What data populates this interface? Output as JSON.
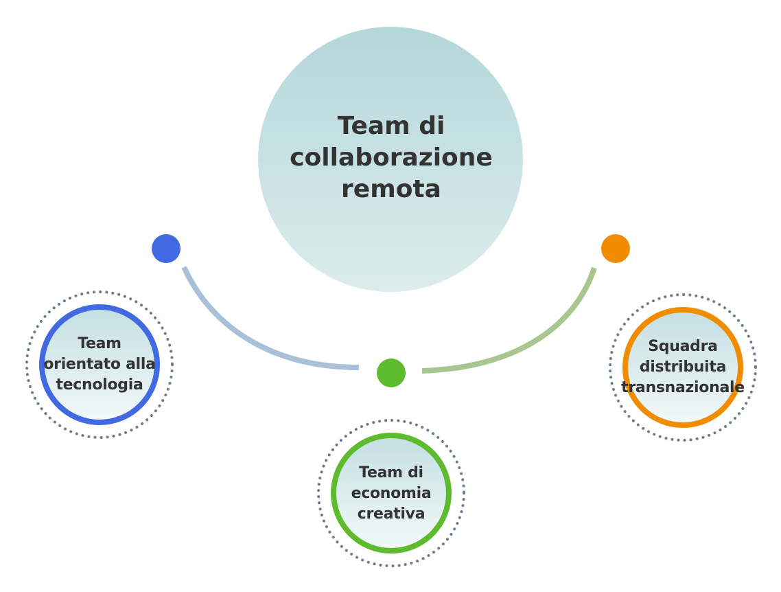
{
  "center": {
    "title_lines": [
      "Team di",
      "collaborazione",
      "remota"
    ]
  },
  "nodes": [
    {
      "id": "left",
      "lines": [
        "Team",
        "orientato alla",
        "tecnologia"
      ],
      "accent": "#4169e1"
    },
    {
      "id": "mid",
      "lines": [
        "Team di",
        "economia",
        "creativa"
      ],
      "accent": "#5dbb2d"
    },
    {
      "id": "right",
      "lines": [
        "Squadra",
        "distribuita",
        "transnazionale"
      ],
      "accent": "#f08c00"
    }
  ],
  "colors": {
    "center_fill_top": "#b4d7da",
    "center_fill_bottom": "#dcecec",
    "inner_fill_top": "#c4dfe2",
    "inner_fill_bottom": "#f2f9f9",
    "dotted_ring": "#6e7b8c",
    "arc_left": "#a9c0d8",
    "arc_right": "#a8c690",
    "text": "#333333"
  }
}
